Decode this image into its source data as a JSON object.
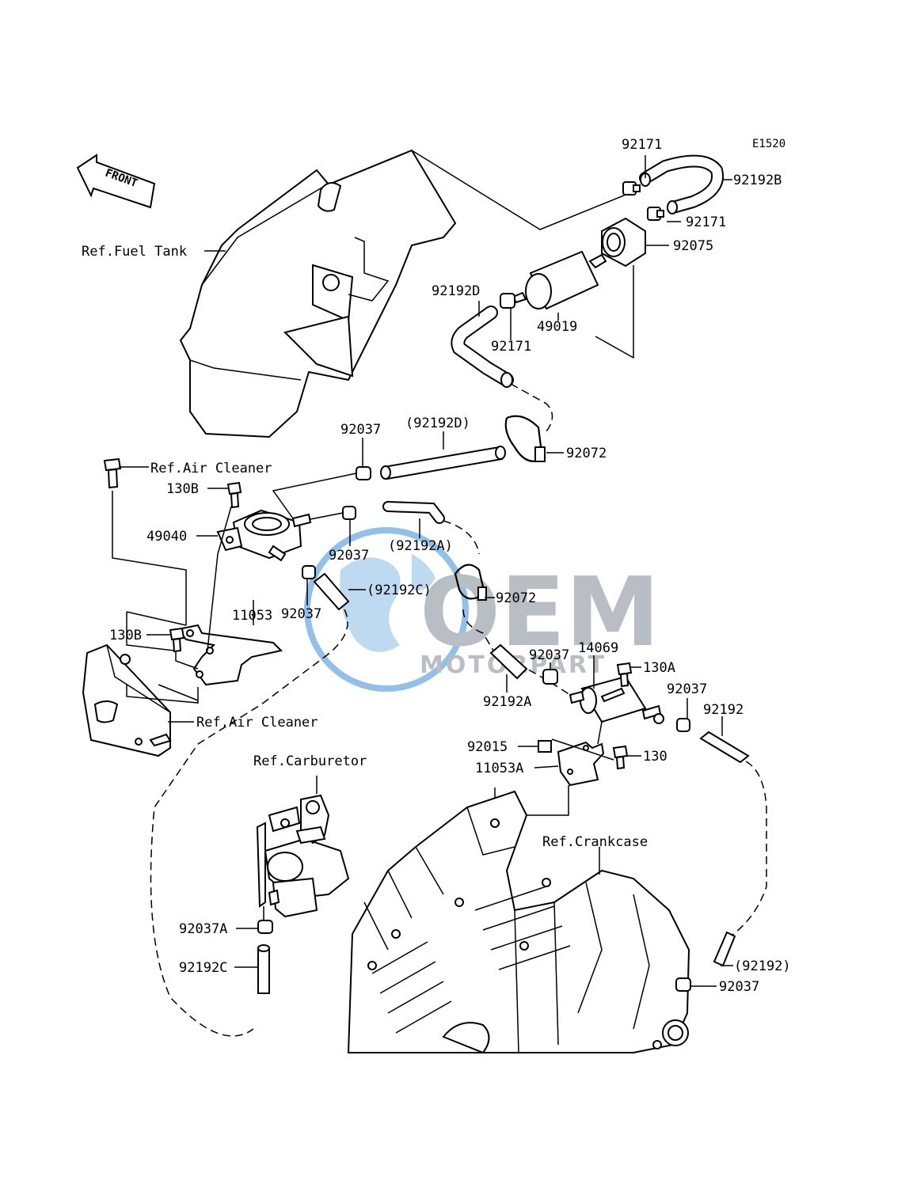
{
  "diagram_code": "E1520",
  "front_label": "FRONT",
  "watermark": {
    "brand": "OEM",
    "sub": "MOTORPART",
    "color_blue": "#3b8ed6",
    "color_gray": "#7f8a93"
  },
  "labels": {
    "p92171_a": "92171",
    "p92192B": "92192B",
    "p92171_b": "92171",
    "p92075": "92075",
    "ref_fuel_tank": "Ref.Fuel Tank",
    "p92192D": "92192D",
    "p49019": "49019",
    "p92171_c": "92171",
    "p92037_a": "92037",
    "p92192D_ref": "(92192D)",
    "p92072_a": "92072",
    "ref_air_cleaner_a": "Ref.Air Cleaner",
    "p130B_a": "130B",
    "p49040": "49040",
    "p92037_b": "92037",
    "p92192A_ref": "(92192A)",
    "p92192C_ref": "(92192C)",
    "p11053": "11053",
    "p92037_c": "92037",
    "p92072_b": "92072",
    "p130B_b": "130B",
    "p92037_d": "92037",
    "p14069": "14069",
    "p130A": "130A",
    "p92192A": "92192A",
    "p92037_e": "92037",
    "p92192": "92192",
    "ref_air_cleaner_b": "Ref.Air Cleaner",
    "p92015": "92015",
    "p130": "130",
    "p11053A": "11053A",
    "ref_carburetor": "Ref.Carburetor",
    "ref_crankcase": "Ref.Crankcase",
    "p92037A": "92037A",
    "p92192C": "92192C",
    "p92192_ref": "(92192)",
    "p92037_f": "92037"
  }
}
